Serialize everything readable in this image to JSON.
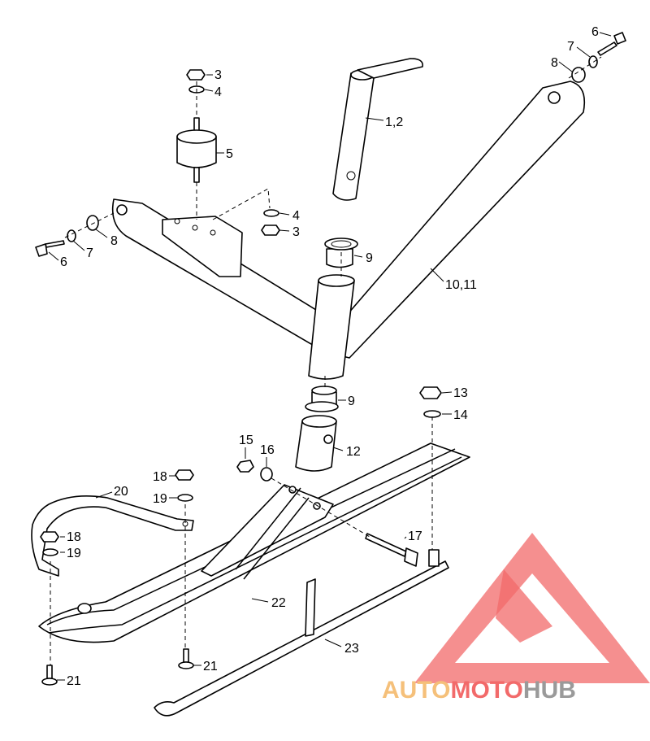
{
  "callouts": {
    "c1_2": "1,2",
    "c3a": "3",
    "c4a": "4",
    "c5": "5",
    "c4b": "4",
    "c3b": "3",
    "c6a": "6",
    "c7a": "7",
    "c8a": "8",
    "c6b": "6",
    "c7b": "7",
    "c8b": "8",
    "c9a": "9",
    "c10_11": "10,11",
    "c9b": "9",
    "c12": "12",
    "c13": "13",
    "c14": "14",
    "c15": "15",
    "c16": "16",
    "c17": "17",
    "c18a": "18",
    "c19a": "19",
    "c18b": "18",
    "c19b": "19",
    "c20": "20",
    "c21a": "21",
    "c21b": "21",
    "c22": "22",
    "c23": "23"
  },
  "watermark": {
    "part1": "AUTO",
    "part2": "MOTO",
    "part3": "HUB",
    "color_auto": "#f5c07a",
    "color_moto": "#f26a6a",
    "color_hub": "#9a9a9a"
  }
}
